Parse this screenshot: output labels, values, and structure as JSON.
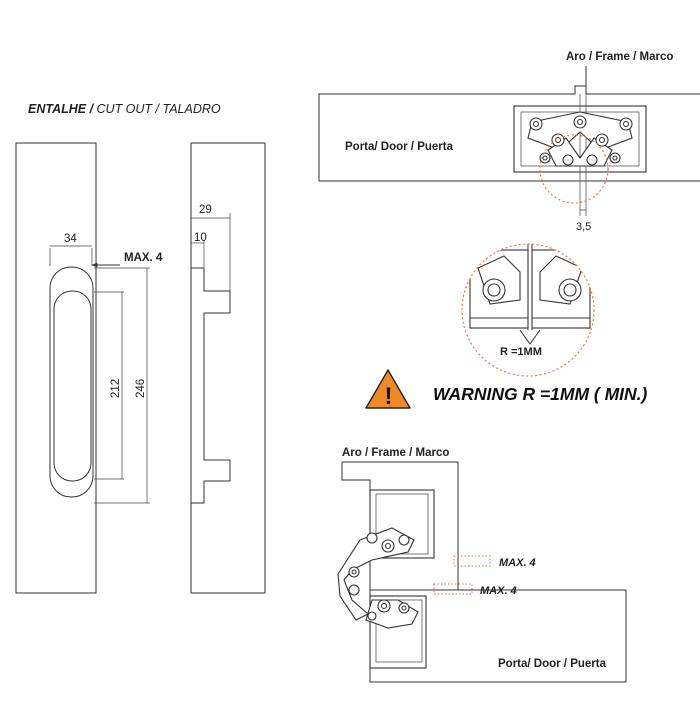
{
  "cutout": {
    "title_bold": "ENTALHE /",
    "title_rest": " CUT OUT / TALADRO",
    "dim_width": "34",
    "dim_max": "MAX. 4",
    "dim_inner": "212",
    "dim_outer": "246",
    "dim_depth_total": "29",
    "dim_depth_step": "10"
  },
  "top_detail": {
    "frame_label": "Aro / Frame / Marco",
    "door_label": "Porta/ Door / Puerta",
    "gap": "3,5"
  },
  "zoom_detail": {
    "radius_label": "R =1MM"
  },
  "warning": {
    "text": "WARNING  R =1MM ( MIN.)",
    "symbol": "!",
    "color": "#f08a24"
  },
  "bottom_detail": {
    "frame_label": "Aro / Frame / Marco",
    "door_label": "Porta/ Door / Puerta",
    "max_upper": "MAX. 4",
    "max_lower": "MAX. 4"
  }
}
